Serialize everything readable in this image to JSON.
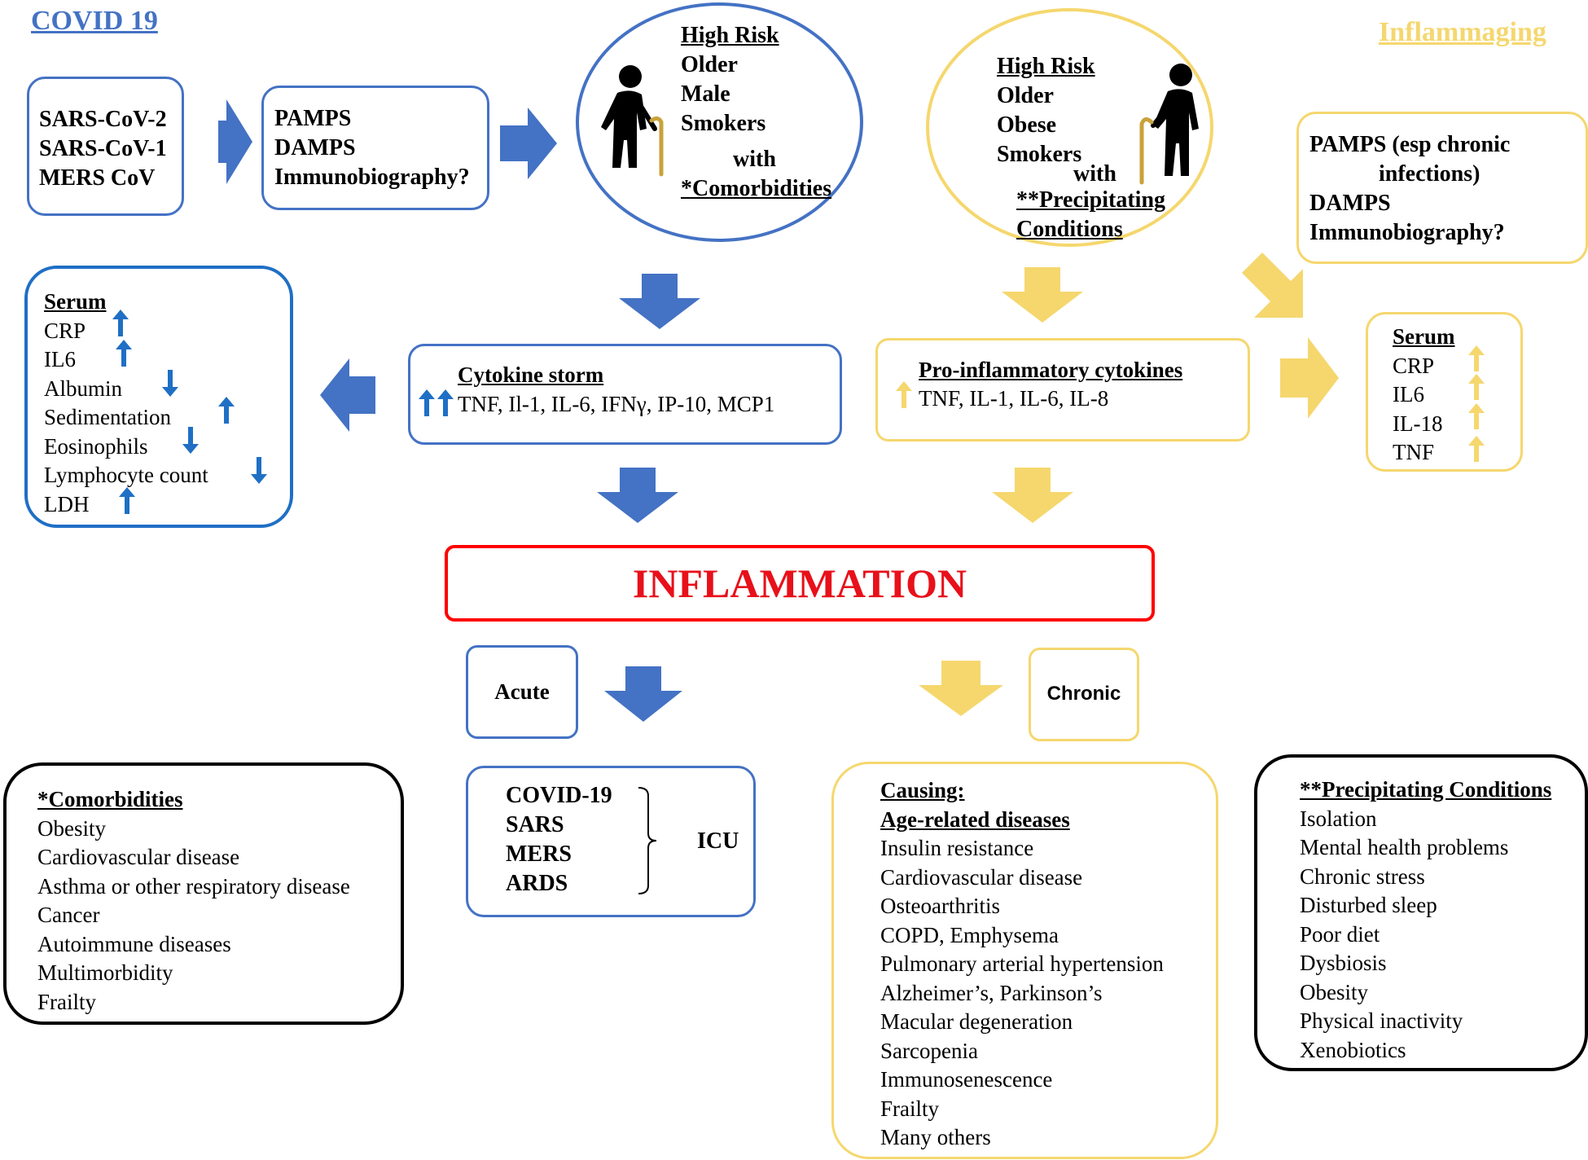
{
  "headers": {
    "covid": "COVID 19",
    "inflammaging": "Inflammaging"
  },
  "covid_viruses": [
    "SARS-CoV-2",
    "SARS-CoV-1",
    "MERS CoV"
  ],
  "covid_triggers": [
    "PAMPS",
    "DAMPS",
    "Immunobiography?"
  ],
  "covid_risk": {
    "title": "High Risk",
    "items": [
      "Older",
      "Male",
      "Smokers"
    ],
    "with": "with",
    "link": "*Comorbidities"
  },
  "inflam_risk": {
    "title": "High Risk",
    "items": [
      "Older",
      "Obese",
      "Smokers"
    ],
    "with": "with",
    "link_line1": "**Precipitating",
    "link_line2": "Conditions"
  },
  "inflam_triggers": {
    "line1": "PAMPS (esp chronic",
    "line2": "infections)",
    "line3": "DAMPS",
    "line4": "Immunobiography?"
  },
  "covid_serum": {
    "title": "Serum",
    "items": [
      {
        "label": "CRP",
        "direction": "up"
      },
      {
        "label": "IL6",
        "direction": "up"
      },
      {
        "label": "Albumin",
        "direction": "down"
      },
      {
        "label": "Sedimentation",
        "direction": "up"
      },
      {
        "label": "Eosinophils",
        "direction": "down"
      },
      {
        "label": "Lymphocyte count",
        "direction": "down"
      },
      {
        "label": "LDH",
        "direction": "up"
      }
    ]
  },
  "cytokine_storm": {
    "title": "Cytokine storm",
    "text": "TNF, Il-1, IL-6, IFNγ, IP-10, MCP1"
  },
  "pro_inflammatory": {
    "title": "Pro-inflammatory cytokines",
    "text": "TNF, IL-1, IL-6, IL-8"
  },
  "inflam_serum": {
    "title": "Serum",
    "items": [
      "CRP",
      "IL6",
      "IL-18",
      "TNF"
    ]
  },
  "inflammation": "INFLAMMATION",
  "acute": "Acute",
  "chronic": "Chronic",
  "acute_diseases": [
    "COVID-19",
    "SARS",
    "MERS",
    "ARDS"
  ],
  "icu": "ICU",
  "comorbidities": {
    "title": "*Comorbidities",
    "items": [
      "Obesity",
      "Cardiovascular disease",
      "Asthma or other respiratory disease",
      "Cancer",
      "Autoimmune diseases",
      "Multimorbidity",
      "Frailty"
    ]
  },
  "age_related": {
    "title1": "Causing:",
    "title2": "Age-related diseases",
    "items": [
      "Insulin resistance",
      "Cardiovascular disease",
      "Osteoarthritis",
      "COPD, Emphysema",
      "Pulmonary arterial hypertension",
      "Alzheimer’s, Parkinson’s",
      "Macular degeneration",
      "Sarcopenia",
      "Immunosenescence",
      "Frailty",
      "Many others"
    ]
  },
  "precipitating": {
    "title": "**Precipitating Conditions",
    "items": [
      "Isolation",
      "Mental health problems",
      "Chronic stress",
      "Disturbed sleep",
      "Poor diet",
      "Dysbiosis",
      "Obesity",
      "Physical inactivity",
      "Xenobiotics"
    ]
  },
  "colors": {
    "covid_blue": "#4472c4",
    "inflam_yellow": "#f5d76e",
    "inflammation_red": "#ff0000",
    "serum_arrow_blue": "#1f6fc5"
  },
  "icons": [
    "elderly-person-icon"
  ]
}
